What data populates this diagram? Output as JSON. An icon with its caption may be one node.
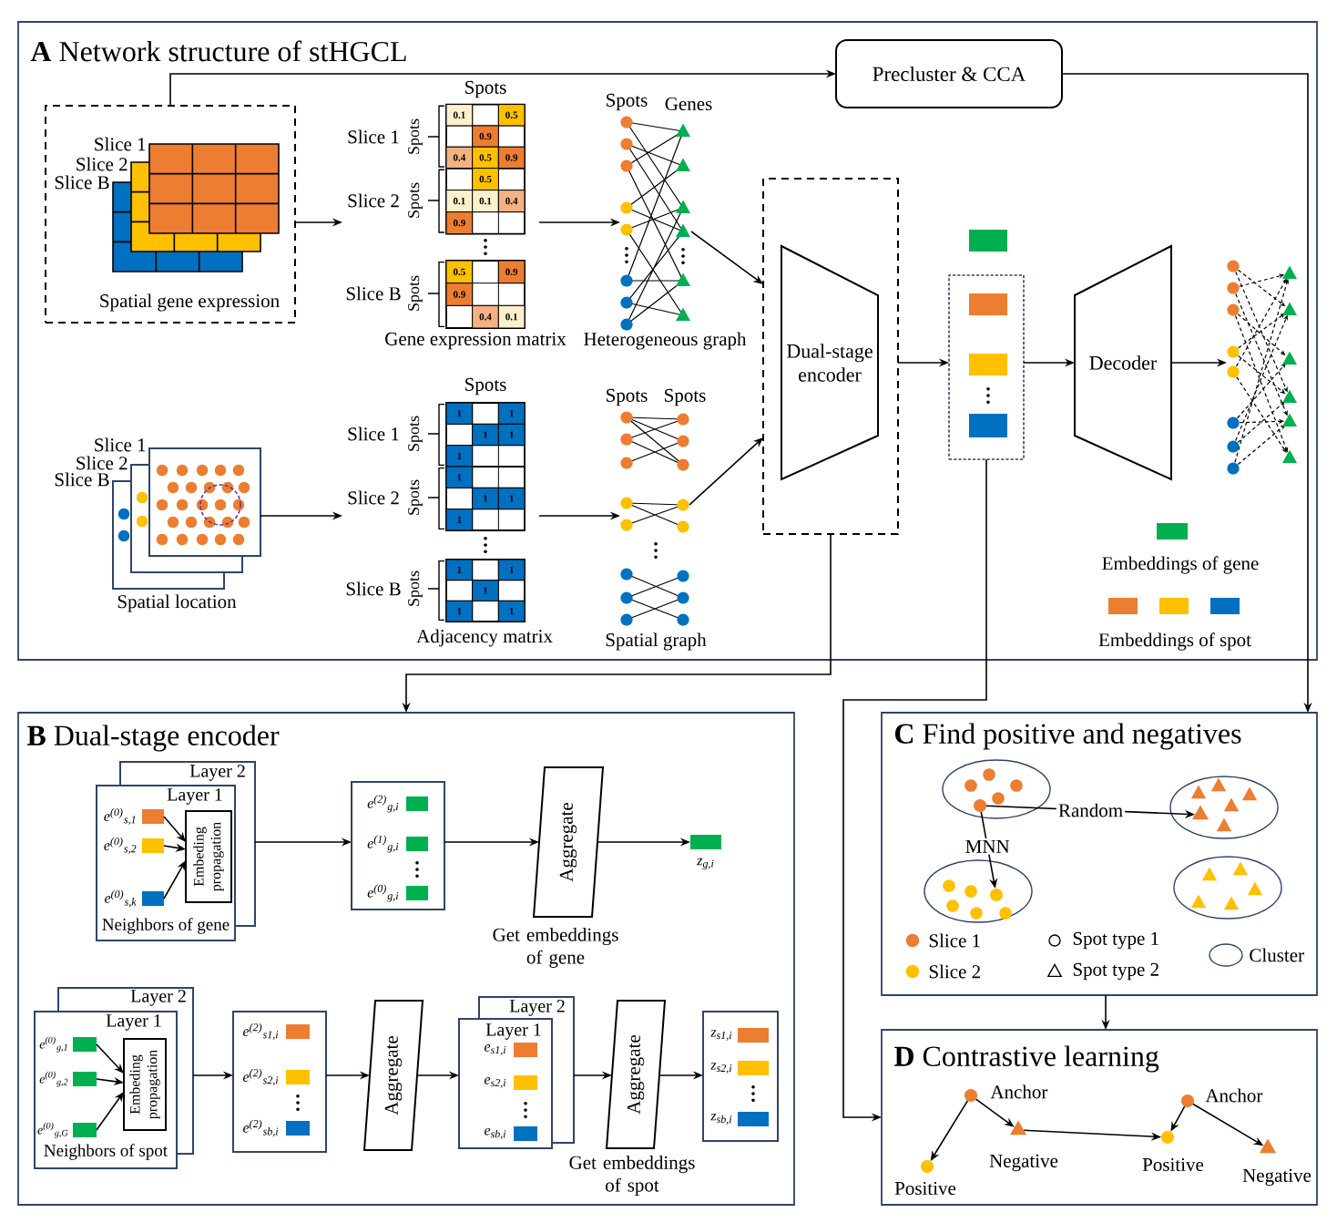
{
  "diagram": {
    "nodes": [
      {
        "text": [
          "**A** Network structure of stHGCL"
        ]
      },
      {
        "text": [
          "Slice 1",
          "Slice 2",
          "Slice B",
          "Spatial gene expression"
        ],
        "in": 0
      },
      {
        "text": [
          "Spots",
          "Slice 1",
          "Spots",
          "Slice 2",
          "Spots",
          "Slice B",
          "Spots",
          "Gene expression matrix"
        ],
        "in": 0
      },
      {
        "text": [
          "Spots",
          "Genes",
          "Heterogeneous graph"
        ],
        "in": 0
      },
      {
        "text": [
          "Slice 1",
          "Slice 2",
          "Slice B",
          "Spatial location"
        ],
        "in": 0
      },
      {
        "text": [
          "Spots",
          "Slice 1",
          "Spots",
          "Slice 2",
          "Spots",
          "Slice B",
          "Spots",
          "Adjacency matrix"
        ],
        "in": 0
      },
      {
        "text": [
          "Spots",
          "Spots",
          "Spatial graph"
        ],
        "in": 0
      },
      {
        "text": [],
        "shape": "box",
        "in": 0
      },
      {
        "text": [
          "Dual-stage encoder"
        ],
        "in": 7
      },
      {
        "text": [],
        "shape": "box",
        "in": 0
      },
      {
        "text": [
          "Decoder"
        ],
        "in": 0
      },
      {
        "text": [],
        "shape": "picture",
        "in": 0
      },
      {
        "text": [
          "Precluster & CCA"
        ],
        "in": 0
      },
      {
        "text": [
          "**B** Dual-stage encoder"
        ]
      },
      {
        "text": [
          "Layer 2",
          "Layer 1",
          "Neighbors of gene"
        ],
        "in": 13
      },
      {
        "text": [],
        "shape": "box",
        "beside": [
          "e$^{(0)}$$_{s,1}$"
        ],
        "in": 14
      },
      {
        "text": [],
        "shape": "box",
        "beside": [
          "e$^{(0)}$$_{s,2}$"
        ],
        "in": 14
      },
      {
        "text": [],
        "shape": "box",
        "beside": [
          "e$^{(0)}$$_{s,k}$"
        ],
        "in": 14
      },
      {
        "text": [
          "Embeding propagation"
        ],
        "in": 14
      },
      {
        "text": [
          "e$^{(2)}$$_{g,i}$",
          "e$^{(1)}$$_{g,i}$",
          "e$^{(0)}$$_{g,i}$"
        ],
        "in": 13
      },
      {
        "text": [
          "Aggregate"
        ],
        "beside": [
          "Get embeddings of gene"
        ],
        "in": 13
      },
      {
        "text": [],
        "shape": "box",
        "beside": [
          "z$_{g,i}$"
        ],
        "in": 13
      },
      {
        "text": [
          "Layer 2",
          "Layer 1",
          "Neighbors of spot"
        ],
        "in": 13
      },
      {
        "text": [],
        "shape": "box",
        "beside": [
          "e$^{(0)}$$_{g,1}$"
        ],
        "in": 22
      },
      {
        "text": [],
        "shape": "box",
        "beside": [
          "e$^{(0)}$$_{g,2}$"
        ],
        "in": 22
      },
      {
        "text": [],
        "shape": "box",
        "beside": [
          "e$^{(0)}$$_{g,G}$"
        ],
        "in": 22
      },
      {
        "text": [
          "Embeding propagation"
        ],
        "in": 22
      },
      {
        "text": [
          "e$^{(2)}$$_{s1,i}$",
          "e$^{(2)}$$_{s2,i}$",
          "e$^{(2)}$$_{sb,i}$"
        ],
        "in": 13
      },
      {
        "text": [
          "Aggregate"
        ],
        "in": 13
      },
      {
        "text": [
          "Layer 2",
          "Layer 1",
          "e$_{s1,i}$",
          "e$_{s2,i}$",
          "e$_{sb,i}$"
        ],
        "in": 13
      },
      {
        "text": [
          "Aggregate"
        ],
        "beside": [
          "Get embeddings of spot"
        ],
        "in": 13
      },
      {
        "text": [
          "z$_{s1,i}$",
          "z$_{s2,i}$",
          "z$_{sb,i}$"
        ],
        "in": 13
      },
      {
        "text": [
          "**C** Find positive and negatives"
        ]
      },
      {
        "text": [],
        "shape": "ellipse",
        "in": 32
      },
      {
        "text": [],
        "shape": "circle",
        "in": 33
      },
      {
        "text": [],
        "shape": "ellipse",
        "in": 32
      },
      {
        "text": [],
        "shape": "triangle",
        "in": 35
      },
      {
        "text": [],
        "shape": "ellipse",
        "in": 32
      },
      {
        "text": [],
        "shape": "circle",
        "in": 37
      },
      {
        "text": [],
        "shape": "ellipse",
        "in": 32
      },
      {
        "text": [
          "**D** Contrastive learning"
        ]
      },
      {
        "text": [],
        "shape": "circle",
        "beside": [
          "Anchor"
        ],
        "in": 40
      },
      {
        "text": [],
        "shape": "circle",
        "beside": [
          "Positive"
        ],
        "in": 40
      },
      {
        "text": [],
        "shape": "triangle",
        "beside": [
          "Negative"
        ],
        "in": 40
      },
      {
        "text": [],
        "shape": "circle",
        "beside": [
          "Anchor"
        ],
        "in": 40
      },
      {
        "text": [],
        "shape": "circle",
        "beside": [
          "Positive"
        ],
        "in": 40
      },
      {
        "text": [],
        "shape": "triangle",
        "beside": [
          "Negative"
        ],
        "in": 40
      }
    ],
    "edges": [
      {
        "from": 1,
        "to": 12,
        "arrow": "to"
      },
      {
        "from": 1,
        "to": 2,
        "arrow": "to"
      },
      {
        "from": 2,
        "to": 3,
        "arrow": "to"
      },
      {
        "from": 4,
        "to": 5,
        "arrow": "to"
      },
      {
        "from": 5,
        "to": 6,
        "arrow": "to"
      },
      {
        "from": 3,
        "to": 7,
        "arrow": "to"
      },
      {
        "from": 6,
        "to": 7,
        "arrow": "to"
      },
      {
        "from": 7,
        "to": 9,
        "arrow": "to"
      },
      {
        "from": 9,
        "to": 10,
        "arrow": "to"
      },
      {
        "from": 10,
        "to": 11,
        "arrow": "to"
      },
      {
        "from": 12,
        "to": 32,
        "arrow": "to"
      },
      {
        "from": 7,
        "to": 13,
        "arrow": "to"
      },
      {
        "from": 9,
        "to": 40,
        "arrow": "to"
      },
      {
        "from": 15,
        "to": 18,
        "arrow": "to"
      },
      {
        "from": 16,
        "to": 18,
        "arrow": "to"
      },
      {
        "from": 17,
        "to": 18,
        "arrow": "to"
      },
      {
        "from": 14,
        "to": 19,
        "arrow": "to"
      },
      {
        "from": 19,
        "to": 20,
        "arrow": "to"
      },
      {
        "from": 20,
        "to": 21,
        "arrow": "to"
      },
      {
        "from": 23,
        "to": 26,
        "arrow": "to"
      },
      {
        "from": 24,
        "to": 26,
        "arrow": "to"
      },
      {
        "from": 25,
        "to": 26,
        "arrow": "to"
      },
      {
        "from": 22,
        "to": 27,
        "arrow": "to"
      },
      {
        "from": 27,
        "to": 28,
        "arrow": "to"
      },
      {
        "from": 28,
        "to": 29,
        "arrow": "to"
      },
      {
        "from": 29,
        "to": 30,
        "arrow": "to"
      },
      {
        "from": 30,
        "to": 31,
        "arrow": "to"
      },
      {
        "from": 34,
        "to": 36,
        "label": "Random",
        "arrow": "to"
      },
      {
        "from": 34,
        "to": 38,
        "label": "MNN",
        "arrow": "to"
      },
      {
        "from": 32,
        "to": 40,
        "arrow": "to"
      },
      {
        "from": 41,
        "to": 42,
        "arrow": "to"
      },
      {
        "from": 41,
        "to": 43,
        "arrow": "to"
      },
      {
        "from": 43,
        "to": 45,
        "arrow": "to"
      },
      {
        "from": 44,
        "to": 45,
        "arrow": "to"
      },
      {
        "from": 44,
        "to": 46,
        "arrow": "to"
      }
    ],
    "labels": [
      "0.1",
      "0.5",
      "0.9",
      "0.4",
      "0.5",
      "0.9",
      "0.5",
      "0.1",
      "0.1",
      "0.4",
      "0.9",
      "0.5",
      "0.9",
      "0.9",
      "0.4",
      "0.1",
      "1",
      "1",
      "1",
      "1",
      "1",
      "1",
      "1",
      "1",
      "1",
      "1",
      "1",
      "1",
      "1",
      "1"
    ],
    "legend": [
      {
        "text": "Embeddings of gene",
        "color": "#00b050"
      },
      {
        "text": "Embeddings of spot"
      },
      {
        "text": "Slice 1",
        "color": "#ed7d31"
      },
      {
        "text": "Spot type 1"
      },
      {
        "text": "Cluster"
      },
      {
        "text": "Slice 2",
        "color": "#ffc000"
      },
      {
        "text": "Spot type 2"
      }
    ]
  }
}
